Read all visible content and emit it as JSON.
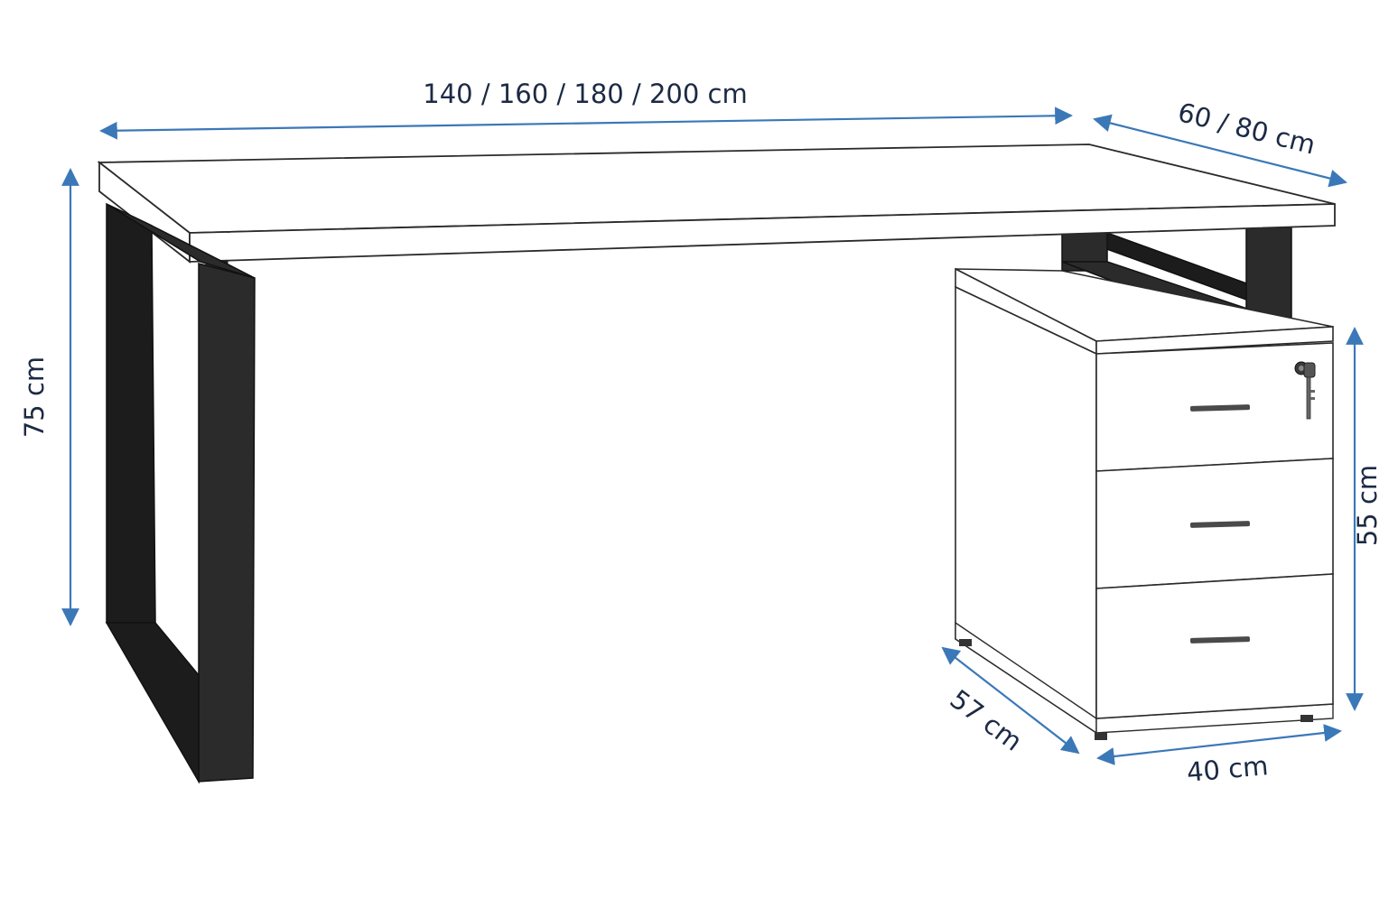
{
  "diagram": {
    "colors": {
      "background": "#ffffff",
      "outline": "#2a2a2a",
      "frame": "#2b2b2b",
      "frame_dark": "#1c1c1c",
      "panel": "#ffffff",
      "dimension_arrow": "#3b78b8",
      "dimension_text": "#1c2a44",
      "handle": "#4a4a4a"
    },
    "dimensions": {
      "width": "140 / 160 / 180 / 200 cm",
      "depth": "60 / 80 cm",
      "height": "75 cm",
      "cabinet_height": "55 cm",
      "cabinet_depth": "57 cm",
      "cabinet_width": "40 cm"
    },
    "icons": {
      "lock": "lock-with-key-icon",
      "handle": "drawer-handle-icon"
    },
    "drawer_count": 3
  }
}
